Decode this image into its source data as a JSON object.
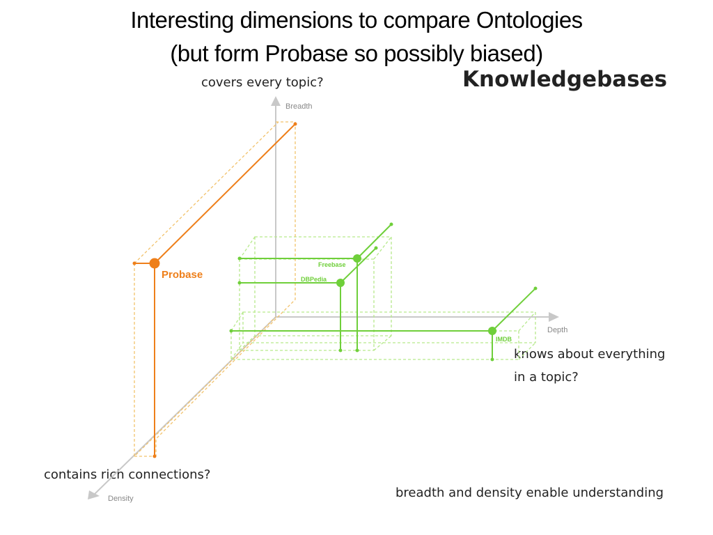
{
  "title_line1": "Interesting dimensions to compare Ontologies",
  "title_line2": "(but form Probase so possibly biased)",
  "heading": "Knowledgebases",
  "axes": {
    "breadth": {
      "label": "Breadth",
      "question": "covers every topic?"
    },
    "depth": {
      "label": "Depth",
      "question_line1": "knows about everything",
      "question_line2": "in a topic?"
    },
    "density": {
      "label": "Density",
      "question": "contains rich connections?"
    }
  },
  "knowledgebases": [
    {
      "name": "Probase",
      "color": "#ee7f1a"
    },
    {
      "name": "Freebase",
      "color": "#6fcf3a"
    },
    {
      "name": "DBPedia",
      "color": "#6fcf3a"
    },
    {
      "name": "IMDB",
      "color": "#6fcf3a"
    }
  ],
  "colors": {
    "axis": "#c8c8c8",
    "probase": "#ee7f1a",
    "probase_dash": "#f2c26b",
    "green": "#6fcf3a",
    "green_dash": "#b6e98c"
  },
  "footer": "breadth and density enable understanding"
}
